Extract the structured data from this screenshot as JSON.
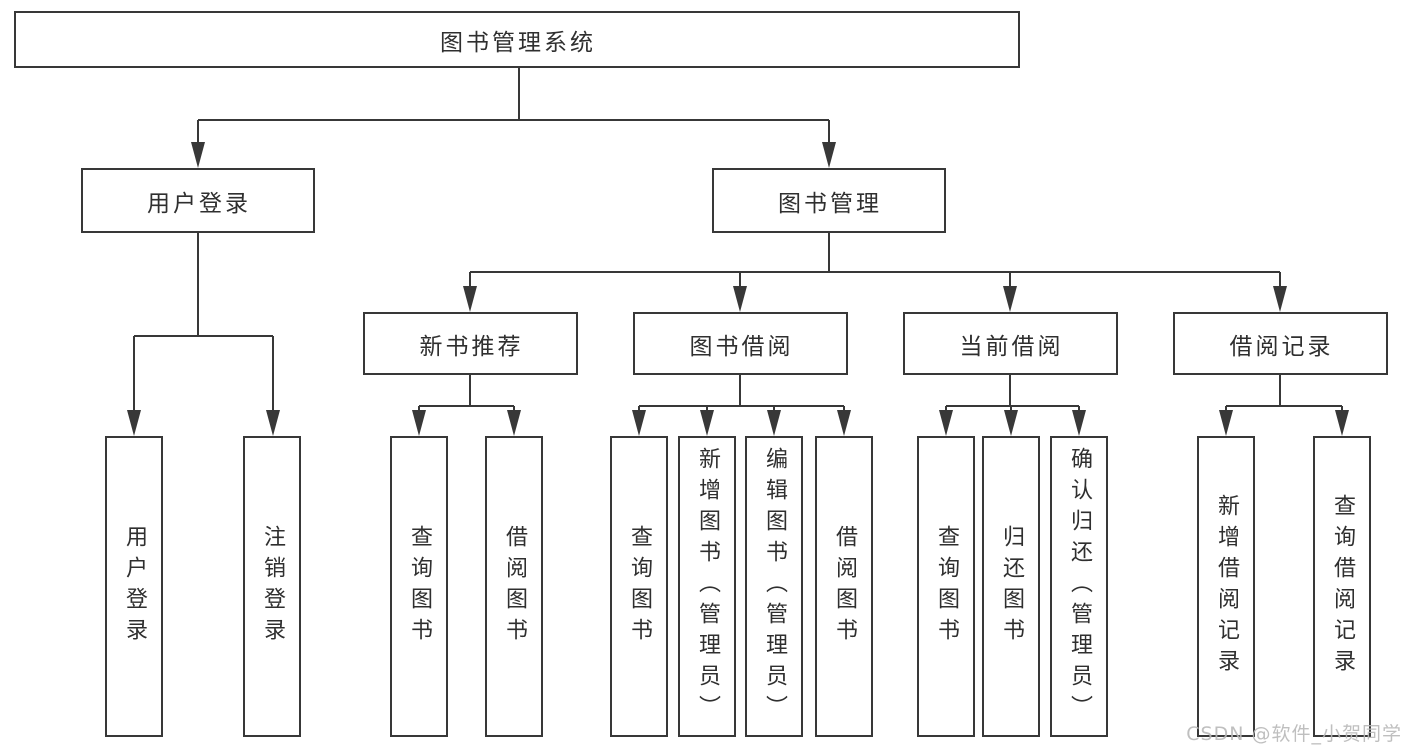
{
  "diagram": {
    "title": "图书管理系统",
    "type": "hierarchy-tree",
    "colors": {
      "line": "#383838",
      "box_border": "#383838",
      "text": "#2f2f2f",
      "background": "#ffffff",
      "watermark": "#b9b9b9"
    },
    "root": {
      "id": "library-management-system",
      "label": "图书管理系统"
    },
    "level2": [
      {
        "id": "user-login",
        "label": "用户登录",
        "parent": "图书管理系统"
      },
      {
        "id": "book-management",
        "label": "图书管理",
        "parent": "图书管理系统"
      }
    ],
    "level3": [
      {
        "id": "new-book-recommendation",
        "label": "新书推荐",
        "parent": "图书管理"
      },
      {
        "id": "book-borrowing",
        "label": "图书借阅",
        "parent": "图书管理"
      },
      {
        "id": "current-borrowing",
        "label": "当前借阅",
        "parent": "图书管理"
      },
      {
        "id": "borrowing-records",
        "label": "借阅记录",
        "parent": "图书管理"
      }
    ],
    "leaves": [
      {
        "id": "leaf-user-login",
        "label": "用户登录",
        "parent": "用户登录"
      },
      {
        "id": "leaf-logout",
        "label": "注销登录",
        "parent": "用户登录"
      },
      {
        "id": "leaf-query-books-recommend",
        "label": "查询图书",
        "parent": "新书推荐"
      },
      {
        "id": "leaf-borrow-books-recommend",
        "label": "借阅图书",
        "parent": "新书推荐"
      },
      {
        "id": "leaf-query-books-borrowing",
        "label": "查询图书",
        "parent": "图书借阅"
      },
      {
        "id": "leaf-add-books-admin",
        "label": "新增图书（管理员）",
        "parent": "图书借阅"
      },
      {
        "id": "leaf-edit-books-admin",
        "label": "编辑图书（管理员）",
        "parent": "图书借阅"
      },
      {
        "id": "leaf-borrow-books-borrowing",
        "label": "借阅图书",
        "parent": "图书借阅"
      },
      {
        "id": "leaf-query-books-current",
        "label": "查询图书",
        "parent": "当前借阅"
      },
      {
        "id": "leaf-return-books",
        "label": "归还图书",
        "parent": "当前借阅"
      },
      {
        "id": "leaf-confirm-return-admin",
        "label": "确认归还（管理员）",
        "parent": "当前借阅"
      },
      {
        "id": "leaf-add-borrow-record",
        "label": "新增借阅记录",
        "parent": "借阅记录"
      },
      {
        "id": "leaf-query-borrow-record",
        "label": "查询借阅记录",
        "parent": "借阅记录"
      }
    ],
    "watermark": "CSDN @软件_小贺同学"
  }
}
